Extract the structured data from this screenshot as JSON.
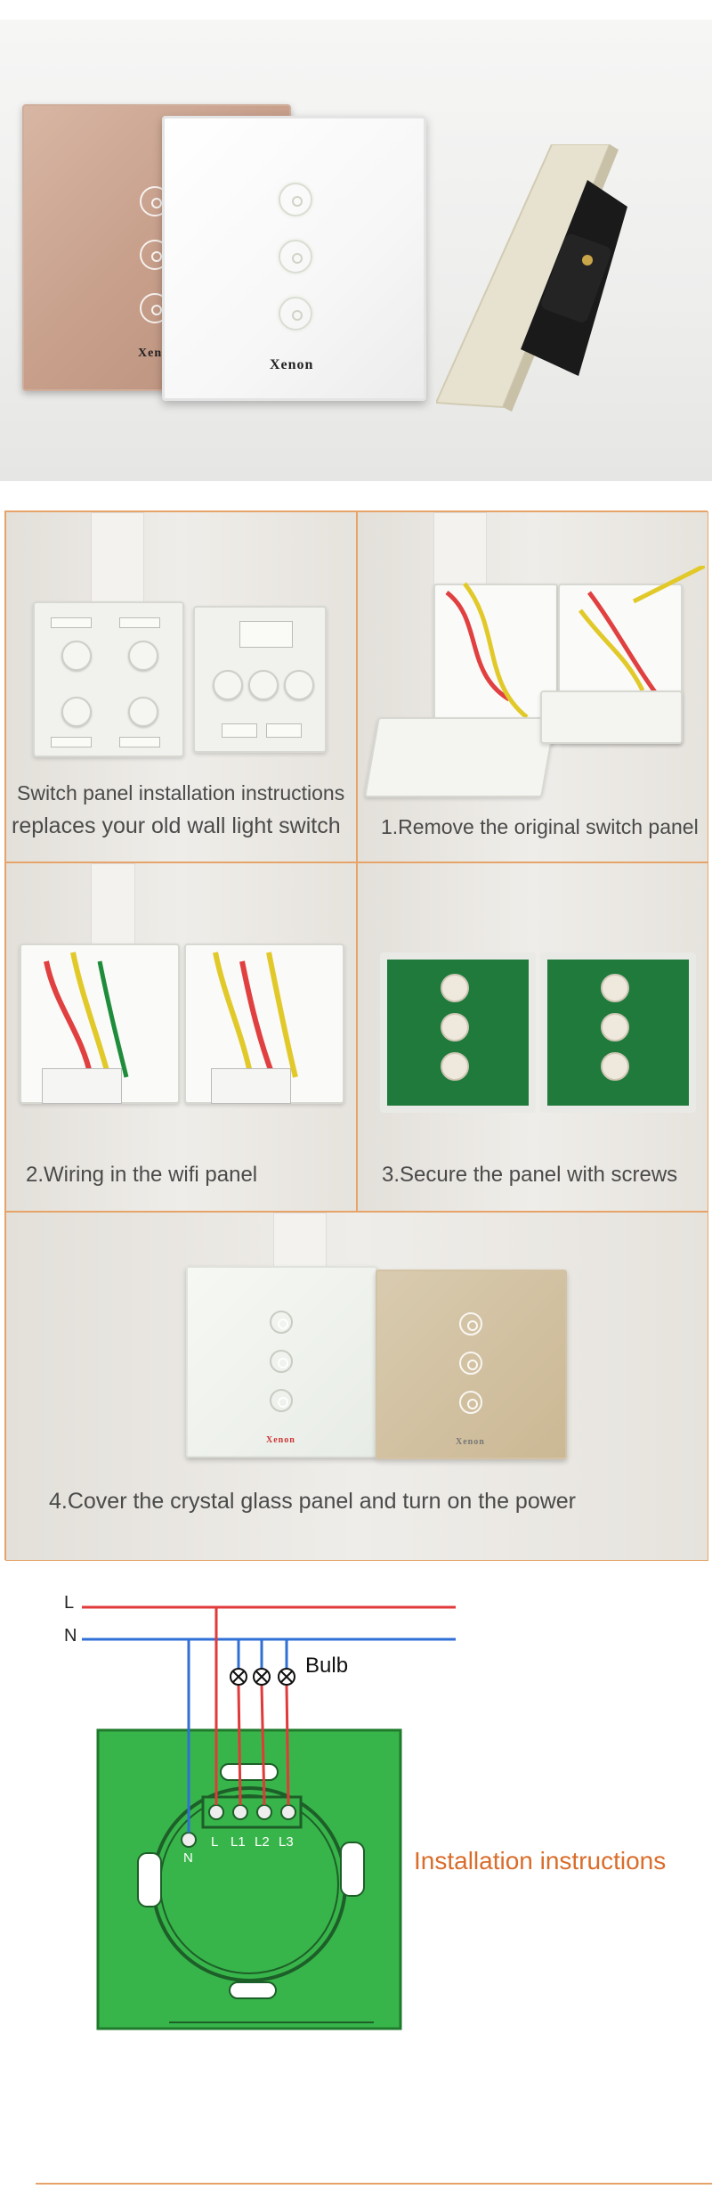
{
  "hero": {
    "brand_gold": "Xenon",
    "brand_white": "Xenon"
  },
  "steps": [
    {
      "caption_line1": "Switch panel installation instructions",
      "caption_line2": "replaces your old wall light switch"
    },
    {
      "caption": "1.Remove the original switch panel"
    },
    {
      "caption": "2.Wiring in the wifi panel"
    },
    {
      "caption": "3.Secure the panel with screws"
    },
    {
      "caption": "4.Cover the crystal glass panel and turn on the power"
    }
  ],
  "diagram": {
    "line_L": "L",
    "line_N": "N",
    "bulb_label": "Bulb",
    "terminals": [
      "L",
      "L1",
      "L2",
      "L3"
    ],
    "neutral_terminal": "N",
    "title": "Installation instructions"
  },
  "colors": {
    "accent": "#d96d2b",
    "grid_border": "#e6a46a",
    "live_wire": "#e03a3a",
    "neutral_wire": "#2f6fd6",
    "pcb_green": "#38b54a"
  }
}
